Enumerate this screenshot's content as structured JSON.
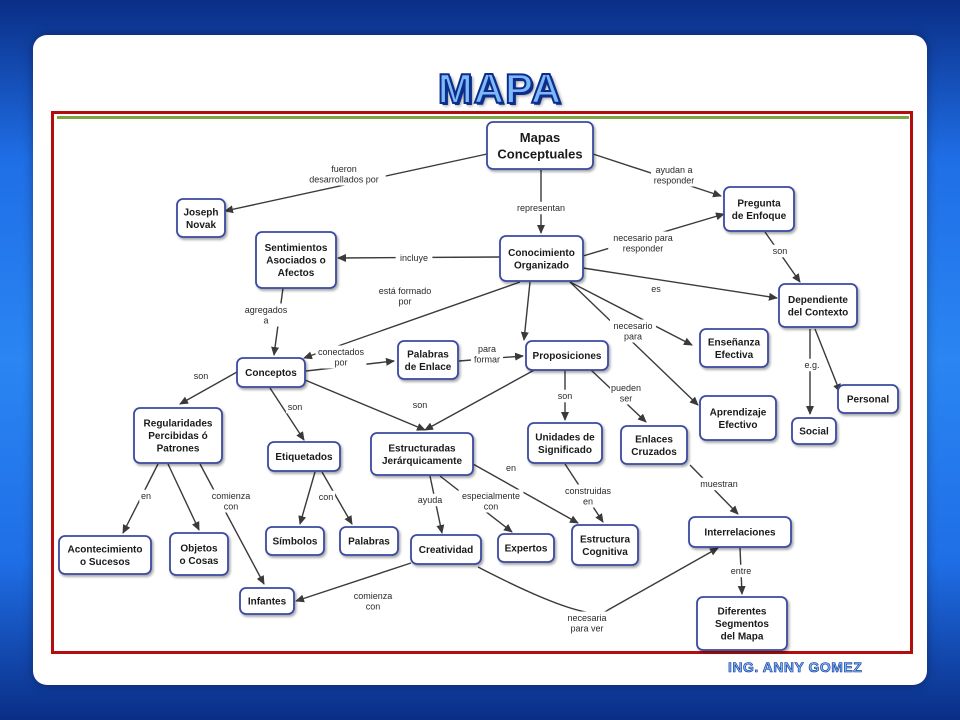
{
  "title": "MAPA  CONCEPTUAL",
  "author": "ING. ANNY GOMEZ",
  "nodes": {
    "mapas": [
      "Mapas",
      "Conceptuales"
    ],
    "joseph": [
      "Joseph",
      "Novak"
    ],
    "pregunta": [
      "Pregunta",
      "de Enfoque"
    ],
    "sentimientos": [
      "Sentimientos",
      "Asociados o",
      "Afectos"
    ],
    "conocimiento": [
      "Conocimiento",
      "Organizado"
    ],
    "dependiente": [
      "Dependiente",
      "del Contexto"
    ],
    "conceptos": [
      "Conceptos"
    ],
    "palabras_enlace": [
      "Palabras",
      "de Enlace"
    ],
    "proposiciones": [
      "Proposiciones"
    ],
    "ensenanza": [
      "Enseñanza",
      "Efectiva"
    ],
    "personal": [
      "Personal"
    ],
    "regularidades": [
      "Regularidades",
      "Percibidas ó",
      "Patrones"
    ],
    "etiquetados": [
      "Etiquetados"
    ],
    "estructuradas": [
      "Estructuradas",
      "Jerárquicamente"
    ],
    "unidades": [
      "Unidades de",
      "Significado"
    ],
    "enlaces": [
      "Enlaces",
      "Cruzados"
    ],
    "aprendizaje": [
      "Aprendizaje",
      "Efectivo"
    ],
    "social": [
      "Social"
    ],
    "acontecimiento": [
      "Acontecimiento",
      "o Sucesos"
    ],
    "objetos": [
      "Objetos",
      "o Cosas"
    ],
    "simbolos": [
      "Símbolos"
    ],
    "palabras": [
      "Palabras"
    ],
    "creatividad": [
      "Creatividad"
    ],
    "expertos": [
      "Expertos"
    ],
    "estructura": [
      "Estructura",
      "Cognitiva"
    ],
    "interrelaciones": [
      "Interrelaciones"
    ],
    "infantes": [
      "Infantes"
    ],
    "diferentes": [
      "Diferentes",
      "Segmentos",
      "del Mapa"
    ]
  },
  "links": {
    "fueron": [
      "fueron",
      "desarrollados por"
    ],
    "ayudan": [
      "ayudan a",
      "responder"
    ],
    "representan": [
      "representan"
    ],
    "incluye": [
      "incluye"
    ],
    "necesario_resp": [
      "necesario para",
      "responder"
    ],
    "son_dep": [
      "son"
    ],
    "es": [
      "es"
    ],
    "esta_formado": [
      "está formado",
      "por"
    ],
    "agregados": [
      "agregados",
      "a"
    ],
    "necesario_para": [
      "necesario",
      "para"
    ],
    "conectados": [
      "conectados",
      "por"
    ],
    "para_formar": [
      "para",
      "formar"
    ],
    "eg": [
      "e.g."
    ],
    "son_reg": [
      "son"
    ],
    "son_etiq": [
      "son"
    ],
    "son_estr": [
      "son"
    ],
    "son_unid": [
      "son"
    ],
    "pueden_ser": [
      "pueden",
      "ser"
    ],
    "en_reg": [
      "en"
    ],
    "comienza_reg": [
      "comienza",
      "con"
    ],
    "con_etiq": [
      "con"
    ],
    "ayuda": [
      "ayuda"
    ],
    "especialmente": [
      "especialmente",
      "con"
    ],
    "en_estr": [
      "en"
    ],
    "construidas": [
      "construidas",
      "en"
    ],
    "muestran": [
      "muestran"
    ],
    "entre": [
      "entre"
    ],
    "comienza_crea": [
      "comienza",
      "con"
    ],
    "necesaria": [
      "necesaria",
      "para ver"
    ]
  }
}
